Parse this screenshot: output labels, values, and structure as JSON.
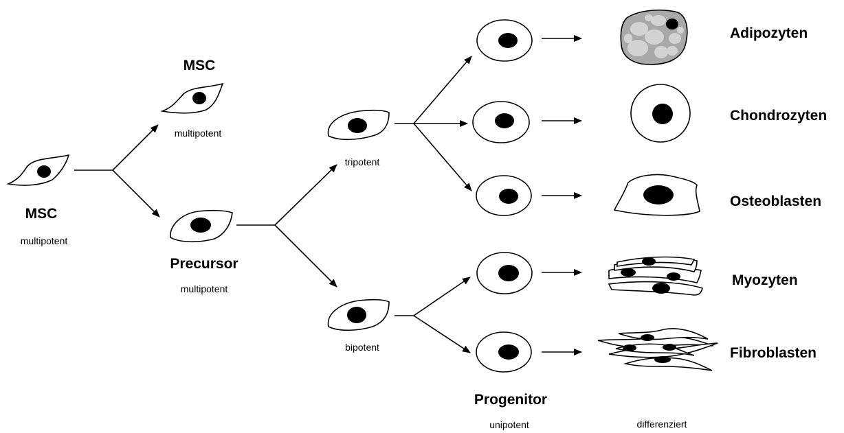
{
  "labels": {
    "msc_root_title": "MSC",
    "msc_root_potency": "multipotent",
    "msc_top_title": "MSC",
    "msc_top_potency": "multipotent",
    "precursor_title": "Precursor",
    "precursor_potency": "multipotent",
    "tripotent": "tripotent",
    "bipotent": "bipotent",
    "progenitor_title": "Progenitor",
    "progenitor_potency": "unipotent",
    "differentiated": "differenziert"
  },
  "cell_types": [
    {
      "label": "Adipozyten",
      "icon": "adipocyte-icon"
    },
    {
      "label": "Chondrozyten",
      "icon": "chondrocyte-icon"
    },
    {
      "label": "Osteoblasten",
      "icon": "osteoblast-icon"
    },
    {
      "label": "Myozyten",
      "icon": "myocyte-icon"
    },
    {
      "label": "Fibroblasten",
      "icon": "fibroblast-icon"
    }
  ],
  "colors": {
    "stroke": "#000000",
    "nucleus": "#000000",
    "adipocyte_fill": "#a9a9a9",
    "fat_droplet": "#d3d3d3"
  }
}
